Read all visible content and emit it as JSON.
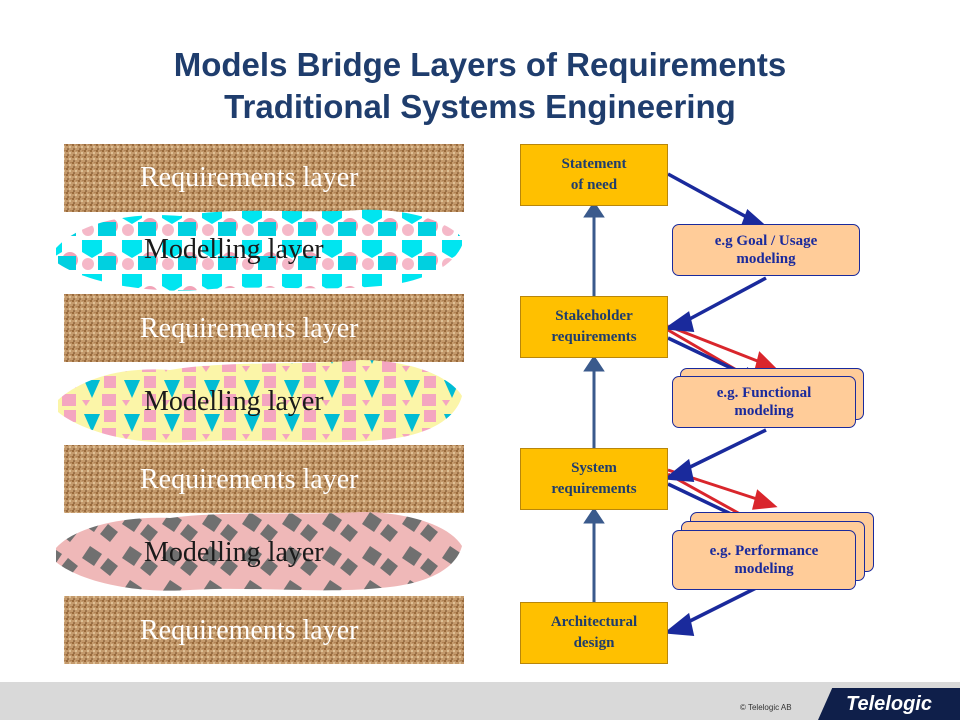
{
  "title": {
    "line1": "Models Bridge Layers of Requirements",
    "line2": "Traditional Systems Engineering"
  },
  "layers": {
    "requirements_label": "Requirements layer",
    "modelling_label": "Modelling layer"
  },
  "process_boxes": {
    "statement": [
      "Statement",
      "of need"
    ],
    "stakeholder": [
      "Stakeholder",
      "requirements"
    ],
    "system": [
      "System",
      "requirements"
    ],
    "architectural": [
      "Architectural",
      "design"
    ]
  },
  "modeling_boxes": {
    "goal": [
      "e.g Goal / Usage",
      "modeling"
    ],
    "functional": [
      "e.g. Functional",
      "modeling"
    ],
    "performance": [
      "e.g. Performance",
      "modeling"
    ]
  },
  "colors": {
    "title": "#1f3d6d",
    "process_box": "#ffc000",
    "modeling_box": "#ffcc99",
    "arrow_blue": "#1a2a9c",
    "arrow_red": "#d9262c",
    "arrow_up": "#3a5a8c"
  },
  "footer": {
    "copyright": "© Telelogic AB",
    "logo_text": "Telelogic"
  }
}
